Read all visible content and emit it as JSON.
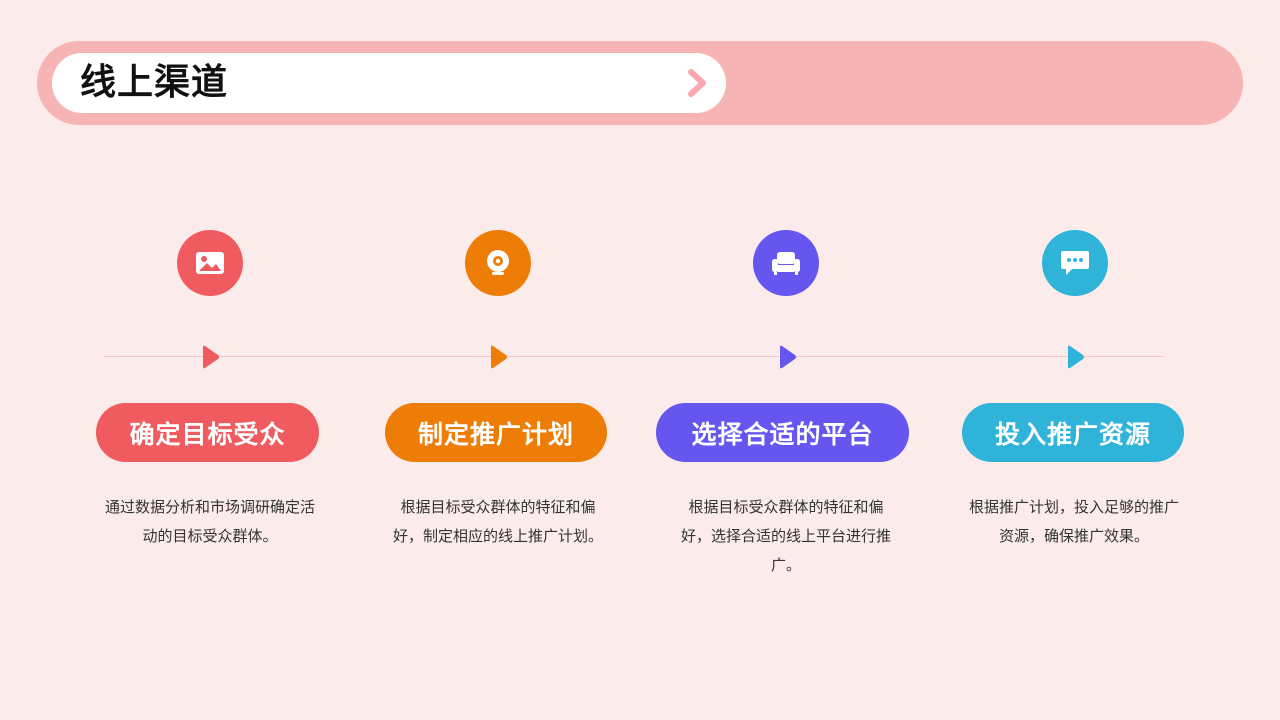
{
  "header": {
    "title": "线上渠道"
  },
  "colors": {
    "red": "#ef5b5e",
    "orange": "#ee7d07",
    "purple": "#6656f0",
    "blue": "#2fb3d9"
  },
  "steps": [
    {
      "icon": "image-icon",
      "title": "确定目标受众",
      "description": "通过数据分析和市场调研确定活动的目标受众群体。"
    },
    {
      "icon": "webcam-icon",
      "title": "制定推广计划",
      "description": "根据目标受众群体的特征和偏好，制定相应的线上推广计划。"
    },
    {
      "icon": "sofa-icon",
      "title": "选择合适的平台",
      "description": "根据目标受众群体的特征和偏好，选择合适的线上平台进行推广。"
    },
    {
      "icon": "chat-icon",
      "title": "投入推广资源",
      "description": "根据推广计划，投入足够的推广资源，确保推广效果。"
    }
  ]
}
